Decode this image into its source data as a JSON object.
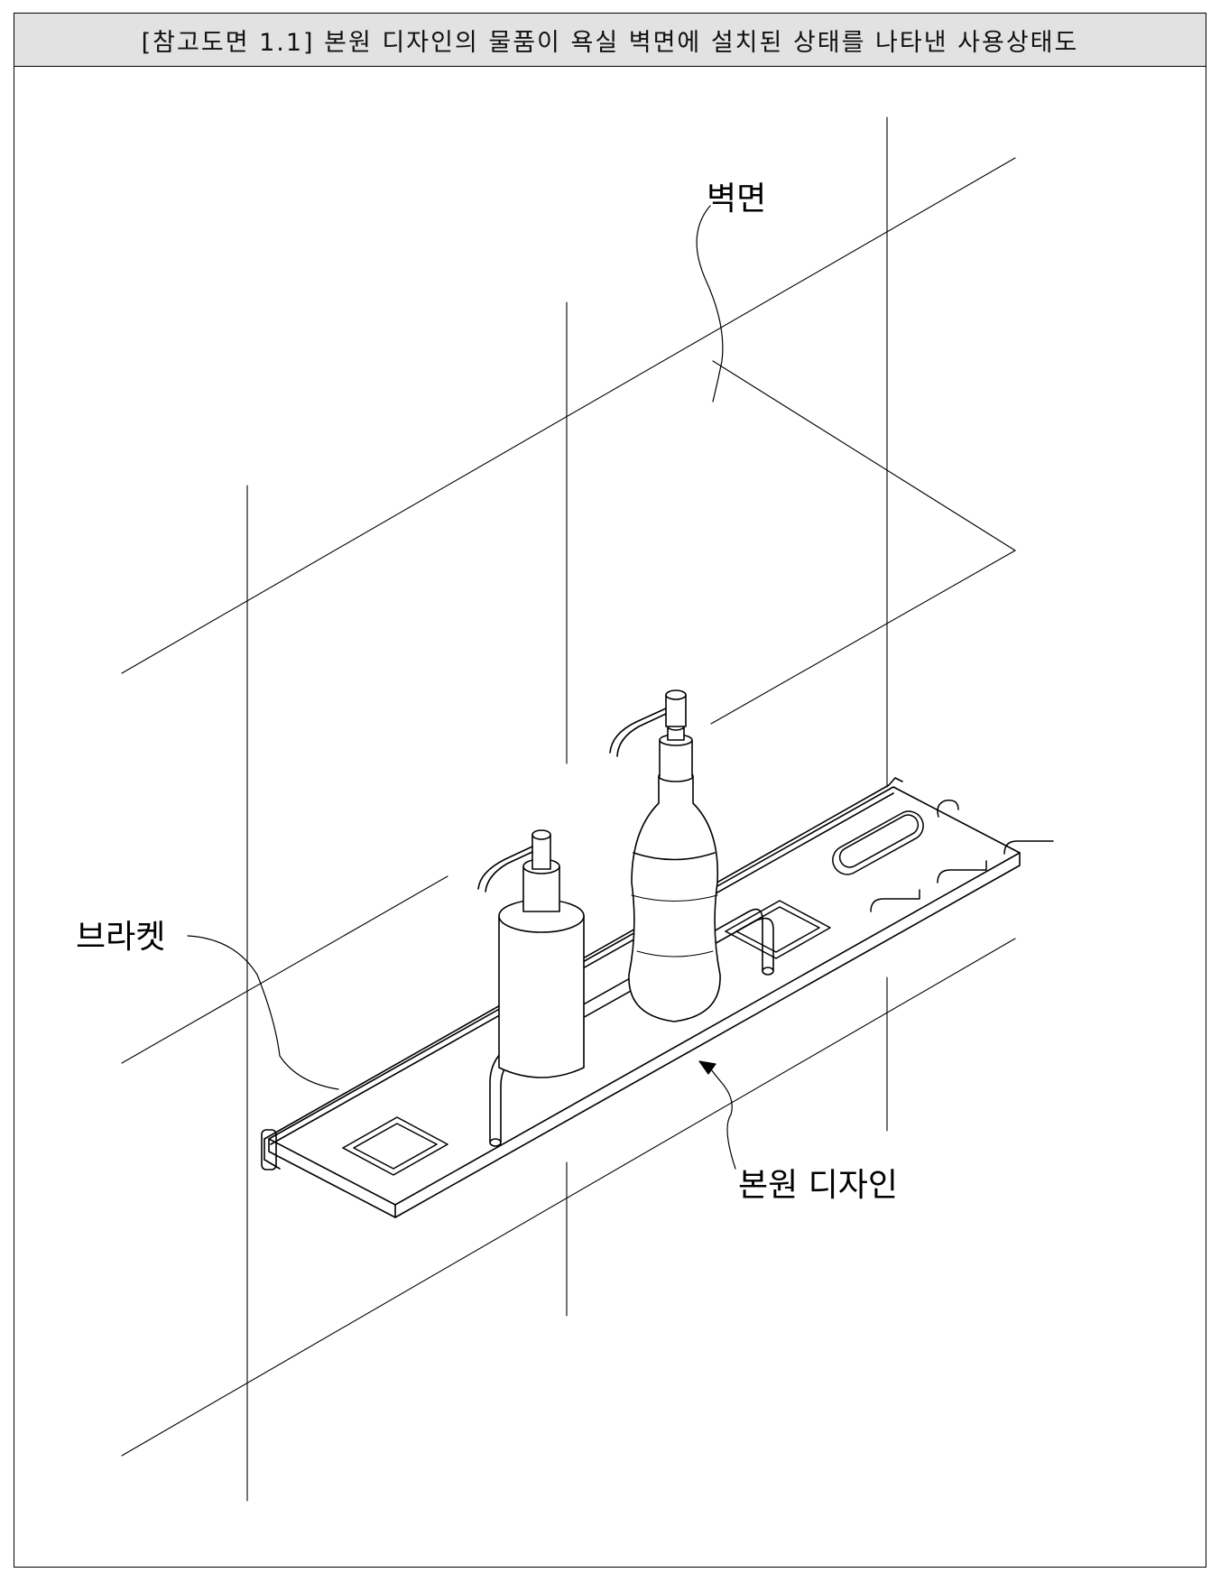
{
  "title": "[참고도면 1.1] 본원 디자인의 물품이 욕실 벽면에 설치된 상태를 나타낸 사용상태도",
  "labels": {
    "wall": "벽면",
    "bracket": "브라켓",
    "design": "본원 디자인"
  }
}
